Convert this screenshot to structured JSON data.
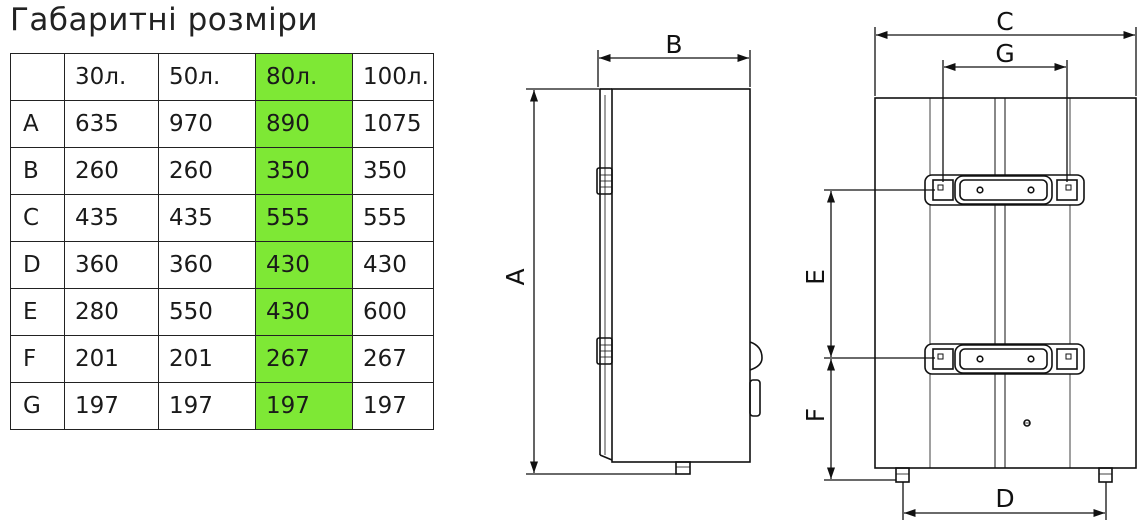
{
  "title": "Габаритні розміри",
  "table": {
    "headers": [
      "",
      "30л.",
      "50л.",
      "80л.",
      "100л."
    ],
    "highlight_color": "#7ee835",
    "highlight_column": 3,
    "rows": [
      [
        "A",
        "635",
        "970",
        "890",
        "1075"
      ],
      [
        "B",
        "260",
        "260",
        "350",
        "350"
      ],
      [
        "C",
        "435",
        "435",
        "555",
        "555"
      ],
      [
        "D",
        "360",
        "360",
        "430",
        "430"
      ],
      [
        "E",
        "280",
        "550",
        "430",
        "600"
      ],
      [
        "F",
        "201",
        "201",
        "267",
        "267"
      ],
      [
        "G",
        "197",
        "197",
        "197",
        "197"
      ]
    ]
  },
  "side_view": {
    "label_a": "A",
    "label_b": "B"
  },
  "front_view": {
    "label_c": "C",
    "label_g": "G",
    "label_e": "E",
    "label_f": "F",
    "label_d": "D"
  }
}
